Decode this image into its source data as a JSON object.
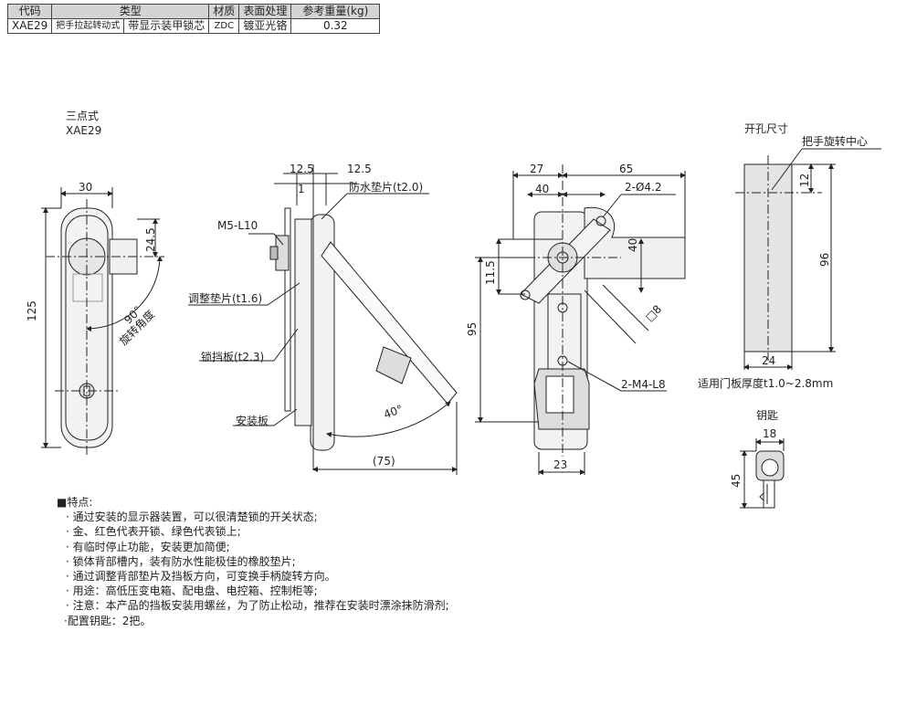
{
  "spec_table": {
    "headers": [
      "代码",
      "类型",
      "材质",
      "表面处理",
      "参考重量(kg)"
    ],
    "row": {
      "code": "XAE29",
      "type_a": "把手拉起转动式",
      "type_b": "带显示装甲锁芯",
      "material": "ZDC",
      "finish": "镀亚光铬",
      "weight": "0.32"
    }
  },
  "front_view": {
    "style": "三点式",
    "code": "XAE29",
    "dims": {
      "width": "30",
      "height": "125",
      "pivot": "24.5",
      "angle": "90°",
      "angle_label": "旋转角度"
    }
  },
  "side_view": {
    "dims": {
      "a": "12.5",
      "b": "12.5",
      "c": "1",
      "depth": "(75)",
      "angle": "40°"
    },
    "labels": {
      "gasket": "防水垫片(t2.0)",
      "screw": "M5-L10",
      "shim": "调整垫片(t1.6)",
      "stop_plate": "锁挡板(t2.3)",
      "mount_plate": "安装板"
    }
  },
  "rear_view": {
    "dims": {
      "w27": "27",
      "w65": "65",
      "w40": "40",
      "hole": "2-Ø4.2",
      "h40": "40",
      "h11": "11.5",
      "h95": "95",
      "sq8": "□8",
      "w23": "23"
    },
    "labels": {
      "screws": "2-M4-L8"
    }
  },
  "cutout": {
    "title": "开孔尺寸",
    "center_label": "把手旋转中心",
    "dims": {
      "top": "12",
      "height": "96",
      "width": "24"
    },
    "note": "适用门板厚度t1.0~2.8mm"
  },
  "key": {
    "title": "钥匙",
    "width": "18",
    "length": "45"
  },
  "features": {
    "title": "■特点:",
    "items": [
      "· 通过安装的显示器装置，可以很清楚锁的开关状态;",
      "· 金、红色代表开锁、绿色代表锁上;",
      "· 有临时停止功能，安装更加简便;",
      "· 锁体背部槽内，装有防水性能极佳的橡胶垫片;",
      "· 通过调整背部垫片及挡板方向，可变换手柄旋转方向。",
      "· 用途：高低压变电箱、配电盘、电控箱、控制柜等;",
      "· 注意：本产品的挡板安装用螺丝，为了防止松动，推荐在安装时漂涂抹防滑剂;",
      "·配置钥匙：2把。"
    ]
  }
}
